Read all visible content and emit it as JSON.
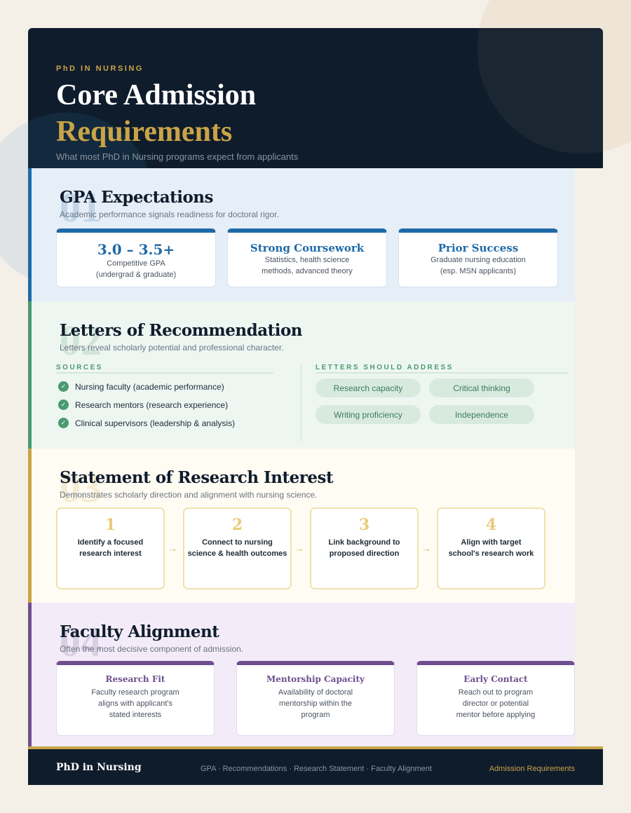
{
  "header": {
    "eyebrow": "PhD IN NURSING",
    "title_line1": "Core Admission",
    "title_line2": "Requirements",
    "subtitle": "What most PhD in Nursing programs expect from applicants"
  },
  "sections": [
    {
      "number": "01",
      "title": "GPA Expectations",
      "subtitle": "Academic performance signals readiness for doctoral rigor.",
      "accent": "#1e6aa8",
      "cards": [
        {
          "title": "3.0 – 3.5+",
          "desc": [
            "Competitive GPA",
            "(undergrad & graduate)"
          ]
        },
        {
          "title": "Strong Coursework",
          "desc": [
            "Statistics, health science",
            "methods, advanced theory"
          ]
        },
        {
          "title": "Prior Success",
          "desc": [
            "Graduate nursing education",
            "(esp. MSN applicants)"
          ]
        }
      ]
    },
    {
      "number": "02",
      "title": "Letters of Recommendation",
      "subtitle": "Letters reveal scholarly potential and professional character.",
      "accent": "#4a9a70",
      "sources_label": "SOURCES",
      "sources": [
        "Nursing faculty (academic performance)",
        "Research mentors (research experience)",
        "Clinical supervisors (leadership & analysis)"
      ],
      "address_label": "LETTERS SHOULD ADDRESS",
      "address": [
        "Research capacity",
        "Critical thinking",
        "Writing proficiency",
        "Independence"
      ]
    },
    {
      "number": "03",
      "title": "Statement of Research Interest",
      "subtitle": "Demonstrates scholarly direction and alignment with nursing science.",
      "accent": "#c9a447",
      "steps": [
        {
          "n": "1",
          "text": [
            "Identify a focused",
            "research interest"
          ]
        },
        {
          "n": "2",
          "text": [
            "Connect to nursing",
            "science & health outcomes"
          ]
        },
        {
          "n": "3",
          "text": [
            "Link background to",
            "proposed direction"
          ]
        },
        {
          "n": "4",
          "text": [
            "Align with target",
            "school's research work"
          ]
        }
      ],
      "arrow": "→"
    },
    {
      "number": "04",
      "title": "Faculty Alignment",
      "subtitle": "Often the most decisive component of admission.",
      "accent": "#6e4e8e",
      "cards": [
        {
          "title": "Research Fit",
          "desc": [
            "Faculty research program",
            "aligns with applicant's",
            "stated interests"
          ]
        },
        {
          "title": "Mentorship Capacity",
          "desc": [
            "Availability of doctoral",
            "mentorship within the",
            "program"
          ]
        },
        {
          "title": "Early Contact",
          "desc": [
            "Reach out to program",
            "director or potential",
            "mentor before applying"
          ]
        }
      ]
    }
  ],
  "footer": {
    "brand": "PhD in Nursing",
    "nav": "GPA · Recommendations · Research Statement · Faculty Alignment",
    "right": "Admission Requirements"
  },
  "icons": {
    "check": "check-icon",
    "arrow": "arrow-right-icon"
  }
}
